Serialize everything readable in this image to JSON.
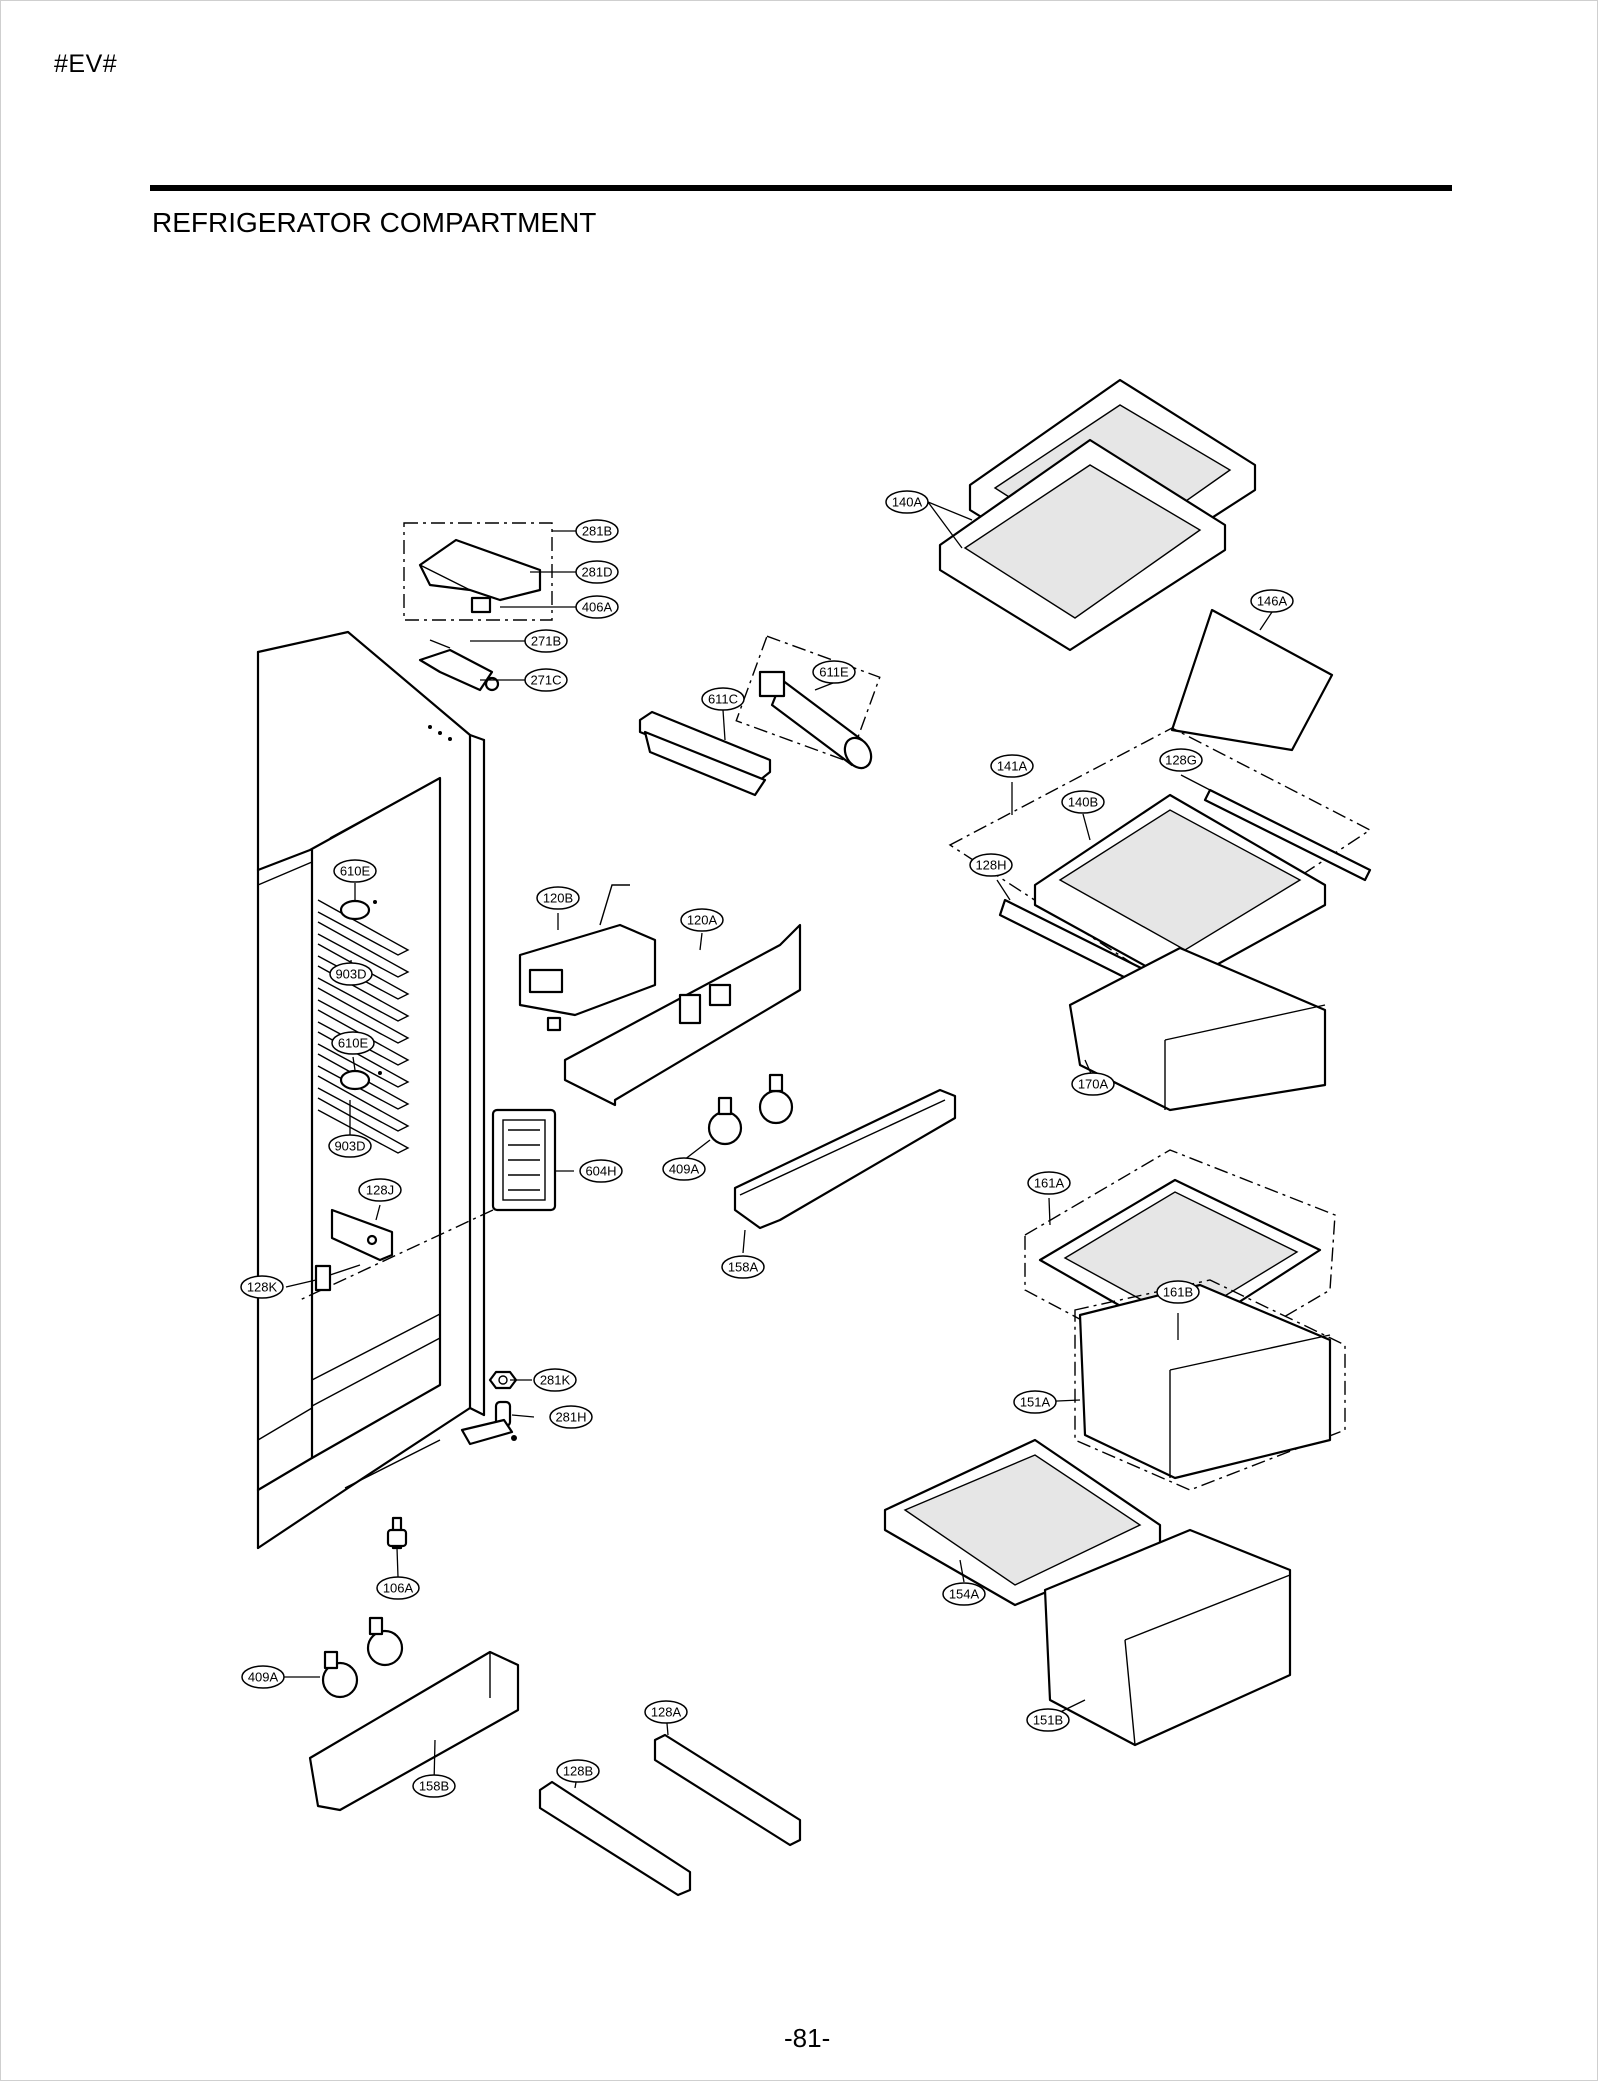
{
  "header": {
    "code": "#EV#"
  },
  "section": {
    "title": "REFRIGERATOR COMPARTMENT"
  },
  "footer": {
    "page_number": "-81-"
  },
  "callouts": {
    "140A": "140A",
    "281B": "281B",
    "281D": "281D",
    "406A": "406A",
    "271B": "271B",
    "271C": "271C",
    "611E": "611E",
    "611C": "611C",
    "146A": "146A",
    "141A": "141A",
    "128G": "128G",
    "140B": "140B",
    "128H": "128H",
    "610E_1": "610E",
    "120B": "120B",
    "120A": "120A",
    "903D_1": "903D",
    "610E_2": "610E",
    "170A": "170A",
    "903D_2": "903D",
    "409A_1": "409A",
    "604H": "604H",
    "128J": "128J",
    "161A": "161A",
    "158A": "158A",
    "128K": "128K",
    "161B": "161B",
    "281K": "281K",
    "151A": "151A",
    "281H": "281H",
    "106A": "106A",
    "154A": "154A",
    "409A_2": "409A",
    "128A": "128A",
    "151B": "151B",
    "128B": "128B",
    "158B": "158B"
  }
}
